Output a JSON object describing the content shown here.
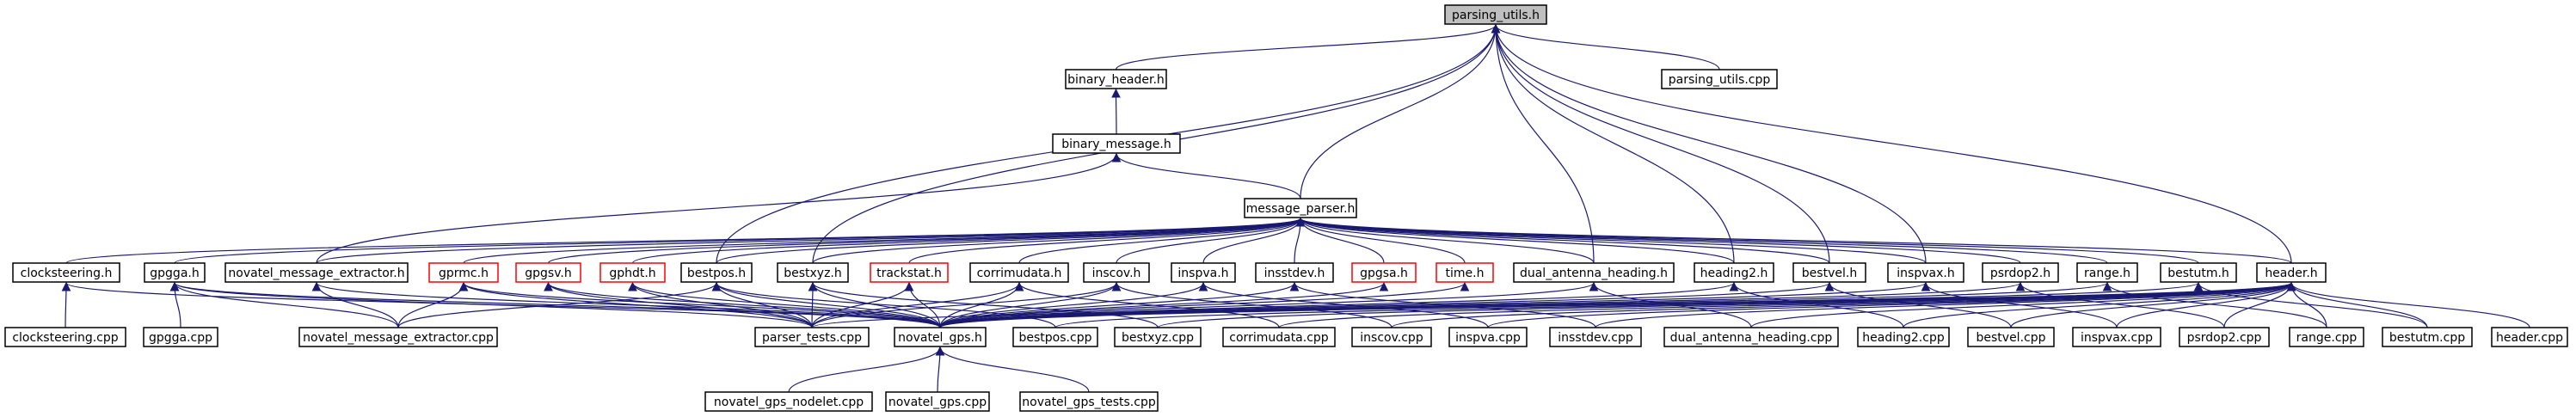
{
  "diagram": {
    "title": "parsing_utils.h",
    "colors": {
      "edge": "#191970",
      "node_border": "#000000",
      "undocumented_border": "#ff0000",
      "current_fill": "#bfbfbf",
      "background": "#ffffff"
    },
    "nodes": [
      {
        "id": "parsing_utils_h",
        "label": "parsing_utils.h",
        "style": "current"
      },
      {
        "id": "binary_header_h",
        "label": "binary_header.h"
      },
      {
        "id": "parsing_utils_cpp",
        "label": "parsing_utils.cpp"
      },
      {
        "id": "binary_message_h",
        "label": "binary_message.h"
      },
      {
        "id": "message_parser_h",
        "label": "message_parser.h"
      },
      {
        "id": "clocksteering_h",
        "label": "clocksteering.h"
      },
      {
        "id": "gpgga_h",
        "label": "gpgga.h"
      },
      {
        "id": "novatel_message_extractor_h",
        "label": "novatel_message_extractor.h"
      },
      {
        "id": "gprmc_h",
        "label": "gprmc.h",
        "style": "undoc"
      },
      {
        "id": "gpgsv_h",
        "label": "gpgsv.h",
        "style": "undoc"
      },
      {
        "id": "gphdt_h",
        "label": "gphdt.h",
        "style": "undoc"
      },
      {
        "id": "bestpos_h",
        "label": "bestpos.h"
      },
      {
        "id": "bestxyz_h",
        "label": "bestxyz.h"
      },
      {
        "id": "trackstat_h",
        "label": "trackstat.h",
        "style": "undoc"
      },
      {
        "id": "corrimudata_h",
        "label": "corrimudata.h"
      },
      {
        "id": "inscov_h",
        "label": "inscov.h"
      },
      {
        "id": "inspva_h",
        "label": "inspva.h"
      },
      {
        "id": "insstdev_h",
        "label": "insstdev.h"
      },
      {
        "id": "gpgsa_h",
        "label": "gpgsa.h",
        "style": "undoc"
      },
      {
        "id": "time_h",
        "label": "time.h",
        "style": "undoc"
      },
      {
        "id": "dual_antenna_heading_h",
        "label": "dual_antenna_heading.h"
      },
      {
        "id": "heading2_h",
        "label": "heading2.h"
      },
      {
        "id": "bestvel_h",
        "label": "bestvel.h"
      },
      {
        "id": "inspvax_h",
        "label": "inspvax.h"
      },
      {
        "id": "psrdop2_h",
        "label": "psrdop2.h"
      },
      {
        "id": "range_h",
        "label": "range.h"
      },
      {
        "id": "bestutm_h",
        "label": "bestutm.h"
      },
      {
        "id": "header_h",
        "label": "header.h"
      },
      {
        "id": "clocksteering_cpp",
        "label": "clocksteering.cpp"
      },
      {
        "id": "gpgga_cpp",
        "label": "gpgga.cpp"
      },
      {
        "id": "novatel_message_extractor_cpp",
        "label": "novatel_message_extractor.cpp"
      },
      {
        "id": "parser_tests_cpp",
        "label": "parser_tests.cpp"
      },
      {
        "id": "novatel_gps_h",
        "label": "novatel_gps.h"
      },
      {
        "id": "bestpos_cpp",
        "label": "bestpos.cpp"
      },
      {
        "id": "bestxyz_cpp",
        "label": "bestxyz.cpp"
      },
      {
        "id": "corrimudata_cpp",
        "label": "corrimudata.cpp"
      },
      {
        "id": "inscov_cpp",
        "label": "inscov.cpp"
      },
      {
        "id": "inspva_cpp",
        "label": "inspva.cpp"
      },
      {
        "id": "insstdev_cpp",
        "label": "insstdev.cpp"
      },
      {
        "id": "dual_antenna_heading_cpp",
        "label": "dual_antenna_heading.cpp"
      },
      {
        "id": "heading2_cpp",
        "label": "heading2.cpp"
      },
      {
        "id": "bestvel_cpp",
        "label": "bestvel.cpp"
      },
      {
        "id": "inspvax_cpp",
        "label": "inspvax.cpp"
      },
      {
        "id": "psrdop2_cpp",
        "label": "psrdop2.cpp"
      },
      {
        "id": "range_cpp",
        "label": "range.cpp"
      },
      {
        "id": "bestutm_cpp",
        "label": "bestutm.cpp"
      },
      {
        "id": "header_cpp",
        "label": "header.cpp"
      },
      {
        "id": "novatel_gps_nodelet_cpp",
        "label": "novatel_gps_nodelet.cpp"
      },
      {
        "id": "novatel_gps_cpp",
        "label": "novatel_gps.cpp"
      },
      {
        "id": "novatel_gps_tests_cpp",
        "label": "novatel_gps_tests.cpp"
      }
    ],
    "edges": [
      [
        "binary_header_h",
        "parsing_utils_h"
      ],
      [
        "parsing_utils_cpp",
        "parsing_utils_h"
      ],
      [
        "message_parser_h",
        "parsing_utils_h"
      ],
      [
        "bestpos_h",
        "parsing_utils_h"
      ],
      [
        "bestxyz_h",
        "parsing_utils_h"
      ],
      [
        "dual_antenna_heading_h",
        "parsing_utils_h"
      ],
      [
        "heading2_h",
        "parsing_utils_h"
      ],
      [
        "bestvel_h",
        "parsing_utils_h"
      ],
      [
        "inspvax_h",
        "parsing_utils_h"
      ],
      [
        "header_h",
        "parsing_utils_h"
      ],
      [
        "binary_message_h",
        "binary_header_h"
      ],
      [
        "message_parser_h",
        "binary_message_h"
      ],
      [
        "novatel_message_extractor_h",
        "binary_message_h"
      ],
      [
        "clocksteering_h",
        "message_parser_h"
      ],
      [
        "gpgga_h",
        "message_parser_h"
      ],
      [
        "novatel_message_extractor_h",
        "message_parser_h"
      ],
      [
        "gprmc_h",
        "message_parser_h"
      ],
      [
        "gpgsv_h",
        "message_parser_h"
      ],
      [
        "gphdt_h",
        "message_parser_h"
      ],
      [
        "bestpos_h",
        "message_parser_h"
      ],
      [
        "bestxyz_h",
        "message_parser_h"
      ],
      [
        "trackstat_h",
        "message_parser_h"
      ],
      [
        "corrimudata_h",
        "message_parser_h"
      ],
      [
        "inscov_h",
        "message_parser_h"
      ],
      [
        "inspva_h",
        "message_parser_h"
      ],
      [
        "insstdev_h",
        "message_parser_h"
      ],
      [
        "gpgsa_h",
        "message_parser_h"
      ],
      [
        "time_h",
        "message_parser_h"
      ],
      [
        "dual_antenna_heading_h",
        "message_parser_h"
      ],
      [
        "heading2_h",
        "message_parser_h"
      ],
      [
        "bestvel_h",
        "message_parser_h"
      ],
      [
        "inspvax_h",
        "message_parser_h"
      ],
      [
        "psrdop2_h",
        "message_parser_h"
      ],
      [
        "range_h",
        "message_parser_h"
      ],
      [
        "bestutm_h",
        "message_parser_h"
      ],
      [
        "header_h",
        "message_parser_h"
      ],
      [
        "clocksteering_cpp",
        "clocksteering_h"
      ],
      [
        "novatel_gps_h",
        "clocksteering_h"
      ],
      [
        "gpgga_cpp",
        "gpgga_h"
      ],
      [
        "novatel_message_extractor_cpp",
        "gpgga_h"
      ],
      [
        "parser_tests_cpp",
        "gpgga_h"
      ],
      [
        "novatel_gps_h",
        "gpgga_h"
      ],
      [
        "novatel_message_extractor_cpp",
        "novatel_message_extractor_h"
      ],
      [
        "novatel_gps_h",
        "novatel_message_extractor_h"
      ],
      [
        "novatel_message_extractor_cpp",
        "gprmc_h"
      ],
      [
        "parser_tests_cpp",
        "gprmc_h"
      ],
      [
        "novatel_gps_h",
        "gprmc_h"
      ],
      [
        "parser_tests_cpp",
        "gpgsv_h"
      ],
      [
        "novatel_gps_h",
        "gpgsv_h"
      ],
      [
        "parser_tests_cpp",
        "gphdt_h"
      ],
      [
        "novatel_gps_h",
        "gphdt_h"
      ],
      [
        "parser_tests_cpp",
        "bestpos_h"
      ],
      [
        "novatel_gps_h",
        "bestpos_h"
      ],
      [
        "bestpos_cpp",
        "bestpos_h"
      ],
      [
        "novatel_message_extractor_cpp",
        "bestpos_h"
      ],
      [
        "parser_tests_cpp",
        "bestxyz_h"
      ],
      [
        "novatel_gps_h",
        "bestxyz_h"
      ],
      [
        "bestxyz_cpp",
        "bestxyz_h"
      ],
      [
        "novatel_gps_h",
        "trackstat_h"
      ],
      [
        "parser_tests_cpp",
        "trackstat_h"
      ],
      [
        "parser_tests_cpp",
        "corrimudata_h"
      ],
      [
        "novatel_gps_h",
        "corrimudata_h"
      ],
      [
        "corrimudata_cpp",
        "corrimudata_h"
      ],
      [
        "novatel_gps_h",
        "inscov_h"
      ],
      [
        "inscov_cpp",
        "inscov_h"
      ],
      [
        "parser_tests_cpp",
        "inscov_h"
      ],
      [
        "novatel_gps_h",
        "inspva_h"
      ],
      [
        "inspva_cpp",
        "inspva_h"
      ],
      [
        "novatel_gps_h",
        "insstdev_h"
      ],
      [
        "insstdev_cpp",
        "insstdev_h"
      ],
      [
        "novatel_gps_h",
        "gpgsa_h"
      ],
      [
        "novatel_gps_h",
        "time_h"
      ],
      [
        "novatel_gps_h",
        "dual_antenna_heading_h"
      ],
      [
        "dual_antenna_heading_cpp",
        "dual_antenna_heading_h"
      ],
      [
        "novatel_gps_h",
        "heading2_h"
      ],
      [
        "heading2_cpp",
        "heading2_h"
      ],
      [
        "novatel_gps_h",
        "bestvel_h"
      ],
      [
        "bestvel_cpp",
        "bestvel_h"
      ],
      [
        "novatel_gps_h",
        "inspvax_h"
      ],
      [
        "inspvax_cpp",
        "inspvax_h"
      ],
      [
        "novatel_gps_h",
        "psrdop2_h"
      ],
      [
        "psrdop2_cpp",
        "psrdop2_h"
      ],
      [
        "novatel_gps_h",
        "range_h"
      ],
      [
        "range_cpp",
        "range_h"
      ],
      [
        "novatel_gps_h",
        "bestutm_h"
      ],
      [
        "bestutm_cpp",
        "bestutm_h"
      ],
      [
        "header_cpp",
        "header_h"
      ],
      [
        "novatel_gps_h",
        "header_h"
      ],
      [
        "parser_tests_cpp",
        "header_h"
      ],
      [
        "bestpos_cpp",
        "header_h"
      ],
      [
        "bestxyz_cpp",
        "header_h"
      ],
      [
        "corrimudata_cpp",
        "header_h"
      ],
      [
        "inscov_cpp",
        "header_h"
      ],
      [
        "inspva_cpp",
        "header_h"
      ],
      [
        "insstdev_cpp",
        "header_h"
      ],
      [
        "dual_antenna_heading_cpp",
        "header_h"
      ],
      [
        "heading2_cpp",
        "header_h"
      ],
      [
        "bestvel_cpp",
        "header_h"
      ],
      [
        "inspvax_cpp",
        "header_h"
      ],
      [
        "psrdop2_cpp",
        "header_h"
      ],
      [
        "range_cpp",
        "header_h"
      ],
      [
        "bestutm_cpp",
        "header_h"
      ],
      [
        "novatel_gps_nodelet_cpp",
        "novatel_gps_h"
      ],
      [
        "novatel_gps_cpp",
        "novatel_gps_h"
      ],
      [
        "novatel_gps_tests_cpp",
        "novatel_gps_h"
      ]
    ]
  }
}
